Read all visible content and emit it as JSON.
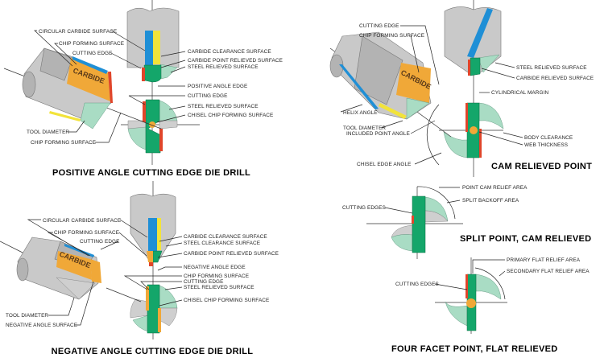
{
  "panels": [
    {
      "title": "POSITIVE ANGLE CUTTING EDGE DIE DRILL",
      "insert_label": "CARBIDE",
      "labels": [
        "CIRCULAR CARBIDE SURFACE",
        "CHIP FORMING SURFACE",
        "CUTTING EDGE",
        "CARBIDE CLEARANCE SURFACE",
        "CARBIDE POINT RELIEVED SURFACE",
        "STEEL RELIEVED SURFACE",
        "POSITIVE ANGLE EDGE",
        "CUTTING EDGE",
        "STEEL RELIEVED SURFACE",
        "CHISEL CHIP FORMING SURFACE",
        "TOOL DIAMETER",
        "CHIP FORMING SURFACE"
      ]
    },
    {
      "title": "CAM RELIEVED POINT",
      "insert_label": "CARBIDE",
      "labels": [
        "CUTTING EDGE",
        "CHIP FORMING SURFACE",
        "STEEL RELIEVED SURFACE",
        "CARBIDE RELIEVED SURFACE",
        "CYLINDRICAL MARGIN",
        "HELIX ANGLE",
        "TOOL DIAMETER",
        "INCLUDED POINT ANGLE",
        "BODY CLEARANCE",
        "WEB THICKNESS",
        "CHISEL EDGE ANGLE"
      ]
    },
    {
      "title": "NEGATIVE ANGLE CUTTING EDGE DIE DRILL",
      "insert_label": "CARBIDE",
      "labels": [
        "CIRCULAR CARBIDE SURFACE",
        "CHIP FORMING SURFACE",
        "CUTTING EDGE",
        "CARBIDE CLEARANCE SURFACE",
        "STEEL CLEARANCE SURFACE",
        "CARBIDE POINT RELIEVED SURFACE",
        "NEGATIVE ANGLE EDGE",
        "CHIP FORMING SURFACE",
        "CUTTING EDGE",
        "STEEL RELIEVED SURFACE",
        "CHISEL CHIP FORMING SURFACE",
        "TOOL DIAMETER",
        "NEGATIVE ANGLE SURFACE"
      ]
    },
    {
      "title": "SPLIT POINT, CAM RELIEVED",
      "labels": [
        "POINT CAM RELIEF AREA",
        "SPLIT BACKOFF AREA",
        "CUTTING EDGES"
      ]
    },
    {
      "title": "FOUR FACET POINT, FLAT RELIEVED",
      "labels": [
        "PRIMARY FLAT RELIEF AREA",
        "SECONDARY FLAT RELIEF AREA",
        "CUTTING EDGES"
      ]
    }
  ],
  "colors": {
    "carbide_blue": "#1f8fd6",
    "clearance_yellow": "#f2e33a",
    "relieved_green": "#14a66a",
    "steel_light_green": "#a9dcc4",
    "cutting_edge_red": "#e0452a",
    "carbide_orange": "#f0a838",
    "steel_gray": "#c9c9c9"
  }
}
